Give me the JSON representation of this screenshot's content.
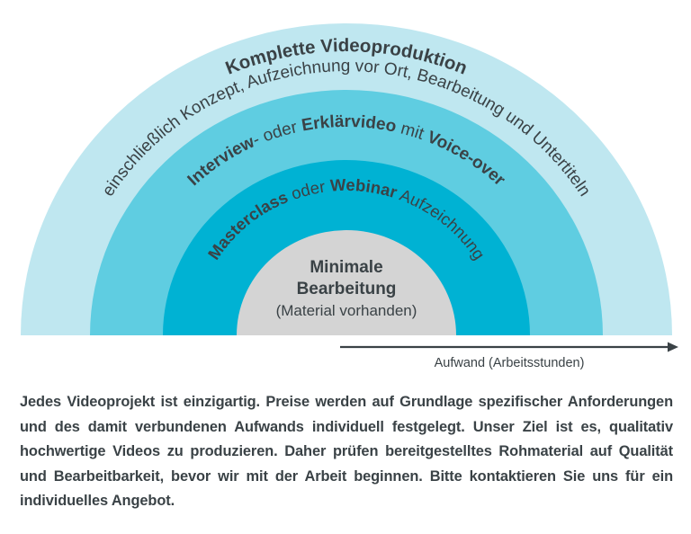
{
  "diagram": {
    "type": "concentric-semicircle-tiers",
    "center_label": {
      "line1": "Minimale",
      "line2": "Bearbeitung",
      "line3": "(Material vorhanden)"
    },
    "tiers": [
      {
        "id": "tier-outer",
        "color": "#bfe7f0",
        "text_bold": "Komplette Videoproduktion",
        "text_regular": "einschließlich Konzept, Aufzeichnung vor Ort, Bearbeitung und Untertiteln"
      },
      {
        "id": "tier-middle",
        "color": "#5fcde1",
        "segments": [
          {
            "text": "Interview",
            "bold": true
          },
          {
            "text": "- oder ",
            "bold": false
          },
          {
            "text": "Erklärvideo",
            "bold": true
          },
          {
            "text": " mit ",
            "bold": false
          },
          {
            "text": "Voice-over",
            "bold": true
          }
        ],
        "text_plain": "Interview- oder Erklärvideo mit Voice-over"
      },
      {
        "id": "tier-inner",
        "color": "#00b2d3",
        "segments": [
          {
            "text": "Masterclass",
            "bold": true
          },
          {
            "text": " oder ",
            "bold": false
          },
          {
            "text": "Webinar",
            "bold": true
          },
          {
            "text": " Aufzeichnung",
            "bold": false
          }
        ],
        "text_plain": "Masterclass oder Webinar Aufzeichnung"
      },
      {
        "id": "tier-core",
        "color": "#d4d4d4",
        "text_plain": "Minimale Bearbeitung (Material vorhanden)"
      }
    ],
    "axis": {
      "label": "Aufwand (Arbeitsstunden)",
      "direction": "right",
      "color": "#3a4246"
    }
  },
  "paragraph": {
    "text": "Jedes Videoprojekt ist einzigartig. Preise werden auf Grundlage spezifischer Anforderungen und des damit verbundenen Aufwands individuell festgelegt. Unser Ziel ist es, qualitativ hochwertige Videos zu produzieren. Daher prüfen bereitgestelltes Rohmaterial auf Qualität und Bearbeitbarkeit, bevor wir mit der Arbeit beginnen. Bitte kontaktieren Sie uns für ein individuelles Angebot."
  },
  "colors": {
    "text": "#3a4246",
    "tier_outer": "#bfe7f0",
    "tier_middle": "#5fcde1",
    "tier_inner": "#00b2d3",
    "tier_core": "#d4d4d4",
    "background": "#ffffff"
  }
}
